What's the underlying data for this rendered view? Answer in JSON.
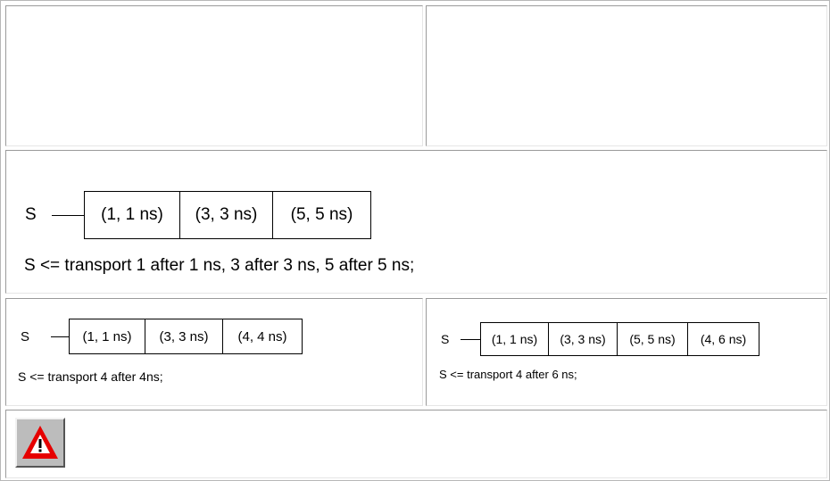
{
  "main_diagram": {
    "signal": "S",
    "transactions": [
      "(1, 1 ns)",
      "(3, 3 ns)",
      "(5, 5 ns)"
    ],
    "statement": "S <= transport 1 after 1 ns, 3 after 3 ns, 5 after 5 ns;"
  },
  "left_diagram": {
    "signal": "S",
    "transactions": [
      "(1, 1 ns)",
      "(3, 3 ns)",
      "(4, 4 ns)"
    ],
    "statement": "S <= transport 4 after 4ns;"
  },
  "right_diagram": {
    "signal": "S",
    "transactions": [
      "(1, 1 ns)",
      "(3, 3 ns)",
      "(5, 5 ns)",
      "(4, 6 ns)"
    ],
    "statement": "S <= transport 4 after 6 ns;"
  },
  "warning": {
    "icon": "warning-triangle-icon",
    "colors": {
      "triangle": "#e60000",
      "inner": "#ffffff",
      "mark": "#000000",
      "button": "#bcbcbc"
    }
  }
}
